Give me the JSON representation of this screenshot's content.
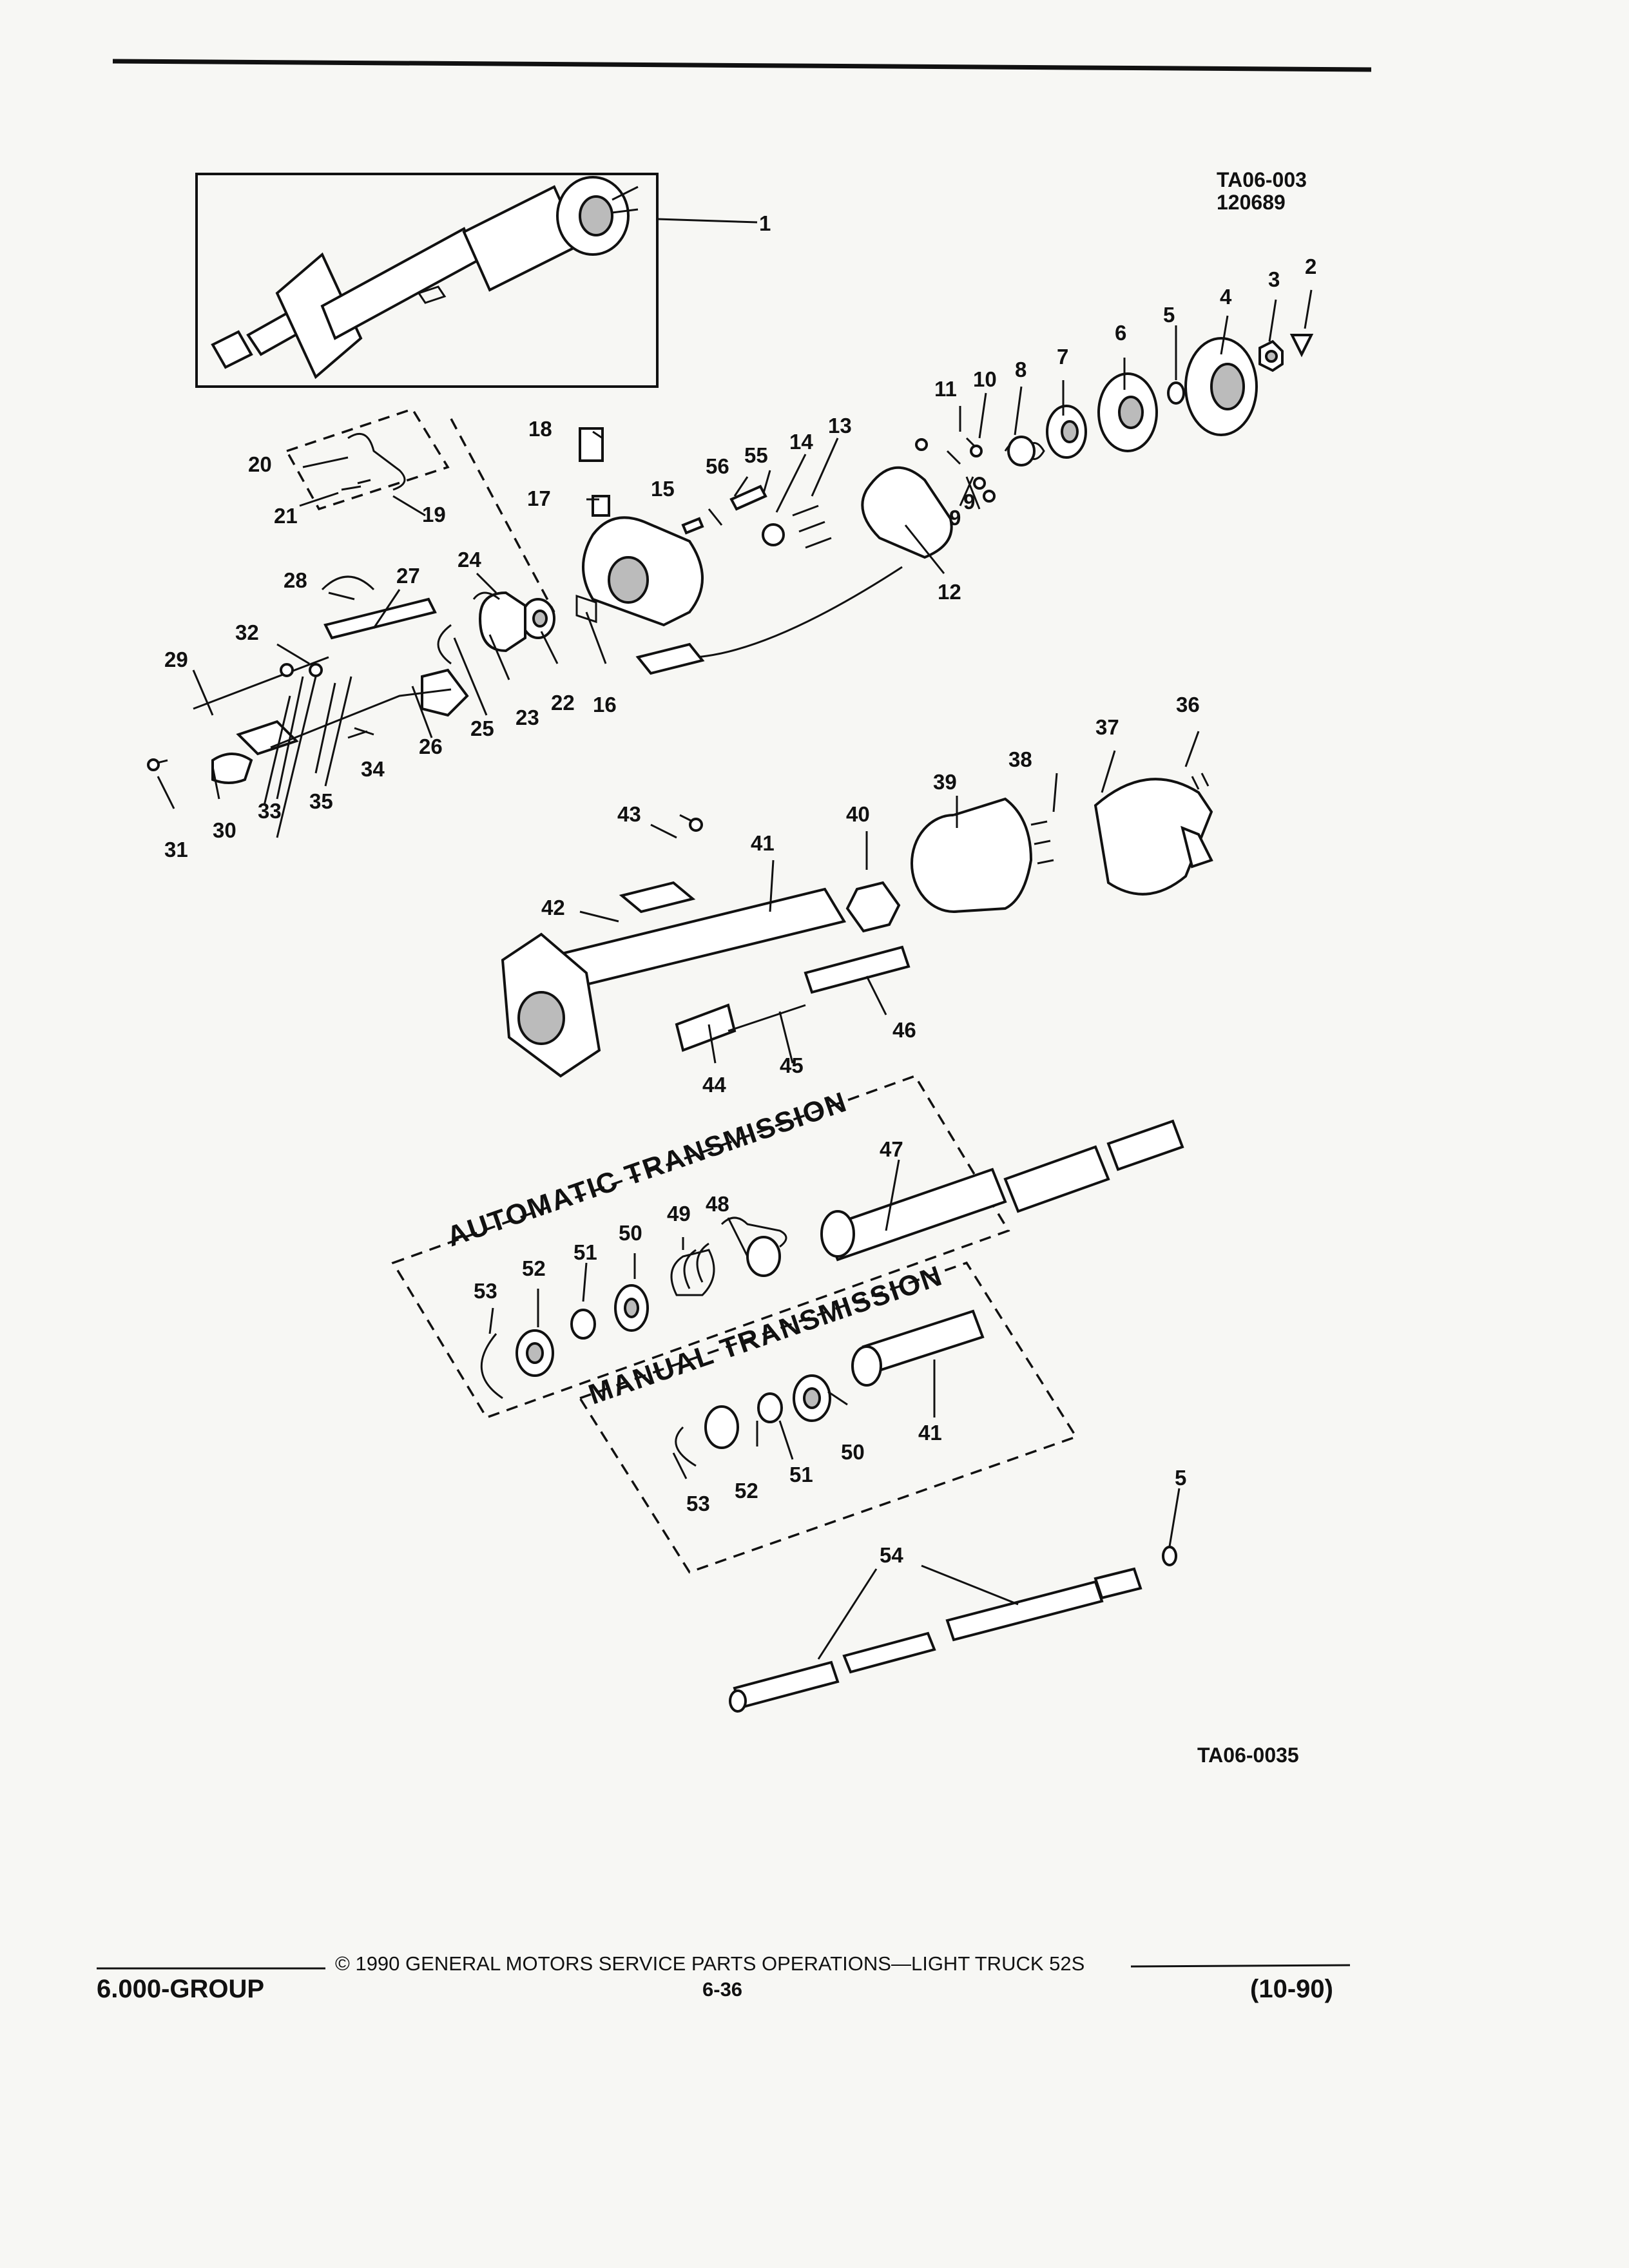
{
  "figure": {
    "top_codes": [
      "TA06-003",
      "120689"
    ],
    "bottom_code": "TA06-0035",
    "banners": {
      "automatic": "AUTOMATIC TRANSMISSION",
      "manual": "MANUAL TRANSMISSION"
    },
    "callouts": [
      "1",
      "2",
      "3",
      "4",
      "5",
      "6",
      "7",
      "8",
      "9",
      "10",
      "11",
      "12",
      "13",
      "14",
      "15",
      "16",
      "17",
      "18",
      "19",
      "20",
      "21",
      "22",
      "23",
      "24",
      "25",
      "26",
      "27",
      "28",
      "29",
      "30",
      "31",
      "32",
      "33",
      "34",
      "35",
      "36",
      "37",
      "38",
      "39",
      "40",
      "41",
      "42",
      "43",
      "44",
      "45",
      "46",
      "47",
      "48",
      "49",
      "50",
      "51",
      "52",
      "53",
      "54",
      "55",
      "56",
      "5",
      "9",
      "41",
      "50",
      "51",
      "52",
      "53"
    ]
  },
  "footer": {
    "copyright": "© 1990 GENERAL MOTORS SERVICE PARTS OPERATIONS—LIGHT TRUCK 52S",
    "group": "6.000-GROUP",
    "page": "6-36",
    "date": "(10-90)"
  },
  "colors": {
    "ink": "#111111",
    "paper": "#f7f7f4"
  }
}
